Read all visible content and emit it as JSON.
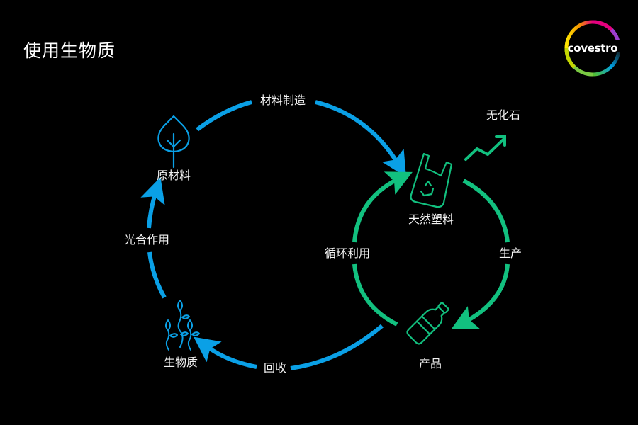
{
  "page": {
    "title": "使用生物质",
    "background": "#000000"
  },
  "logo": {
    "text": "covestro",
    "ring_colors": [
      "#e6007e",
      "#a33cd6",
      "#000000",
      "#00a0e3",
      "#56c02b",
      "#ffe600",
      "#f39200",
      "#e6007e"
    ]
  },
  "colors": {
    "blue_cycle": "#0aa0e6",
    "green_cycle": "#12c07f",
    "text": "#f2f2f2"
  },
  "blue_cycle": {
    "nodes": [
      {
        "id": "raw-material",
        "label": "原材料",
        "icon": "leaf-icon"
      },
      {
        "id": "biomass",
        "label": "生物质",
        "icon": "sprouts-icon"
      }
    ],
    "edges": [
      {
        "from": "raw-material",
        "to": "natural-plastic",
        "label": "材料制造"
      },
      {
        "from": "biomass",
        "to": "raw-material",
        "label": "光合作用"
      },
      {
        "from": "product",
        "to": "biomass",
        "label": "回收"
      }
    ]
  },
  "green_cycle": {
    "nodes": [
      {
        "id": "natural-plastic",
        "label": "天然塑料",
        "icon": "recycle-bag-icon"
      },
      {
        "id": "product",
        "label": "产品",
        "icon": "plastic-bottle-icon"
      }
    ],
    "edges": [
      {
        "from": "natural-plastic",
        "to": "product",
        "label": "生产"
      },
      {
        "from": "product",
        "to": "natural-plastic",
        "label": "循环利用"
      }
    ]
  },
  "side_note": {
    "label": "无化石",
    "icon": "trend-up-arrow-icon"
  }
}
